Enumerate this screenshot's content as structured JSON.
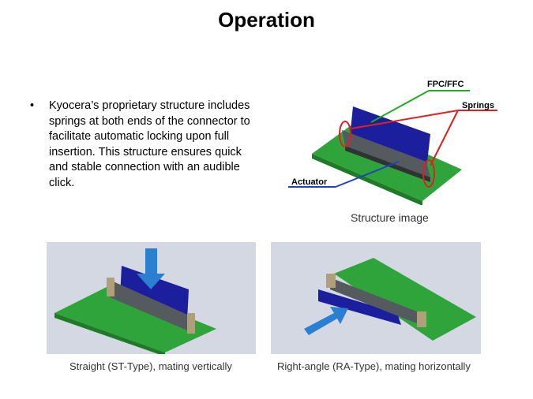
{
  "slide": {
    "title": "Operation",
    "bullet": "Kyocera’s proprietary structure includes springs at both ends of the connector to facilitate automatic locking upon full insertion. This structure  ensures quick and stable connection with an audible click.",
    "bullet_marker": "•"
  },
  "structure_figure": {
    "label_fpc": "FPC/FFC",
    "label_springs": "Springs",
    "label_actuator": "Actuator",
    "caption": "Structure image",
    "colors": {
      "board": "#2fa43a",
      "fpc": "#1b1f9e",
      "label_green_line": "#22aa22",
      "label_red_line": "#e02020",
      "label_blue_line": "#2040c0"
    }
  },
  "straight_figure": {
    "caption": "Straight (ST-Type), mating vertically",
    "icons": [
      "down-arrow-icon"
    ],
    "colors": {
      "panel": "#d4d8e3",
      "arrow": "#2a7fd0"
    }
  },
  "right_angle_figure": {
    "caption": "Right-angle (RA-Type), mating horizontally",
    "icons": [
      "diagonal-arrow-icon"
    ],
    "colors": {
      "panel": "#d4d8e3",
      "arrow": "#2a7fd0"
    }
  }
}
